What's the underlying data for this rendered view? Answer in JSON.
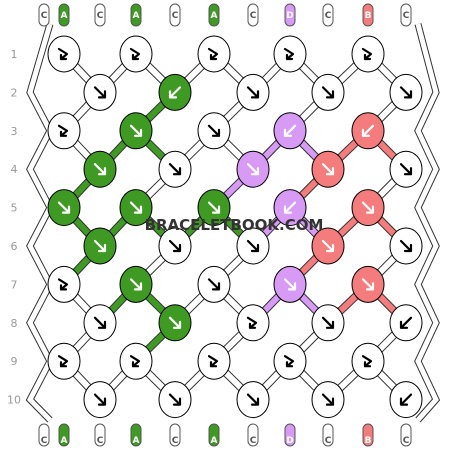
{
  "watermark": "BRACELETBOOK.COM",
  "colors": {
    "C": "#ffffff",
    "A": "#3f9a24",
    "D": "#d79af5",
    "B": "#f47c7c"
  },
  "strands": [
    "C",
    "A",
    "C",
    "A",
    "C",
    "A",
    "C",
    "D",
    "C",
    "B",
    "C"
  ],
  "row_labels": [
    "1",
    "2",
    "3",
    "4",
    "5",
    "6",
    "7",
    "8",
    "9",
    "10"
  ],
  "arrow_icons": {
    "f": "forward-knot-arrow-icon",
    "b": "backward-knot-arrow-icon",
    "fb": "forward-backward-knot-arrow-icon",
    "bf": "backward-forward-knot-arrow-icon"
  },
  "knots": [
    [
      "fb",
      "fb",
      "fb",
      "fb",
      "fb"
    ],
    [
      "f",
      "b",
      "f",
      "f",
      "f"
    ],
    [
      "fb",
      "f",
      "f",
      "b",
      "b"
    ],
    [
      "f",
      "f",
      "f",
      "f",
      "f"
    ],
    [
      "f",
      "f",
      "f",
      "b",
      "f"
    ],
    [
      "f",
      "f",
      "f",
      "f",
      "f"
    ],
    [
      "fb",
      "f",
      "f",
      "f",
      "f"
    ],
    [
      "f",
      "f",
      "fb",
      "f",
      "b"
    ],
    [
      "fb",
      "fb",
      "fb",
      "fb",
      "fb"
    ],
    [
      "f",
      "f",
      "f",
      "f",
      "b"
    ]
  ],
  "knot_colors": [
    [
      "C",
      "C",
      "C",
      "C",
      "C"
    ],
    [
      "C",
      "A",
      "C",
      "C",
      "C"
    ],
    [
      "C",
      "A",
      "C",
      "D",
      "B"
    ],
    [
      "A",
      "C",
      "D",
      "B",
      "C"
    ],
    [
      "A",
      "A",
      "A",
      "D",
      "B"
    ],
    [
      "A",
      "C",
      "C",
      "B",
      "C"
    ],
    [
      "C",
      "A",
      "C",
      "D",
      "B"
    ],
    [
      "C",
      "A",
      "C",
      "C",
      "C"
    ],
    [
      "C",
      "C",
      "C",
      "C",
      "C"
    ],
    [
      "C",
      "C",
      "C",
      "C",
      "C"
    ]
  ]
}
